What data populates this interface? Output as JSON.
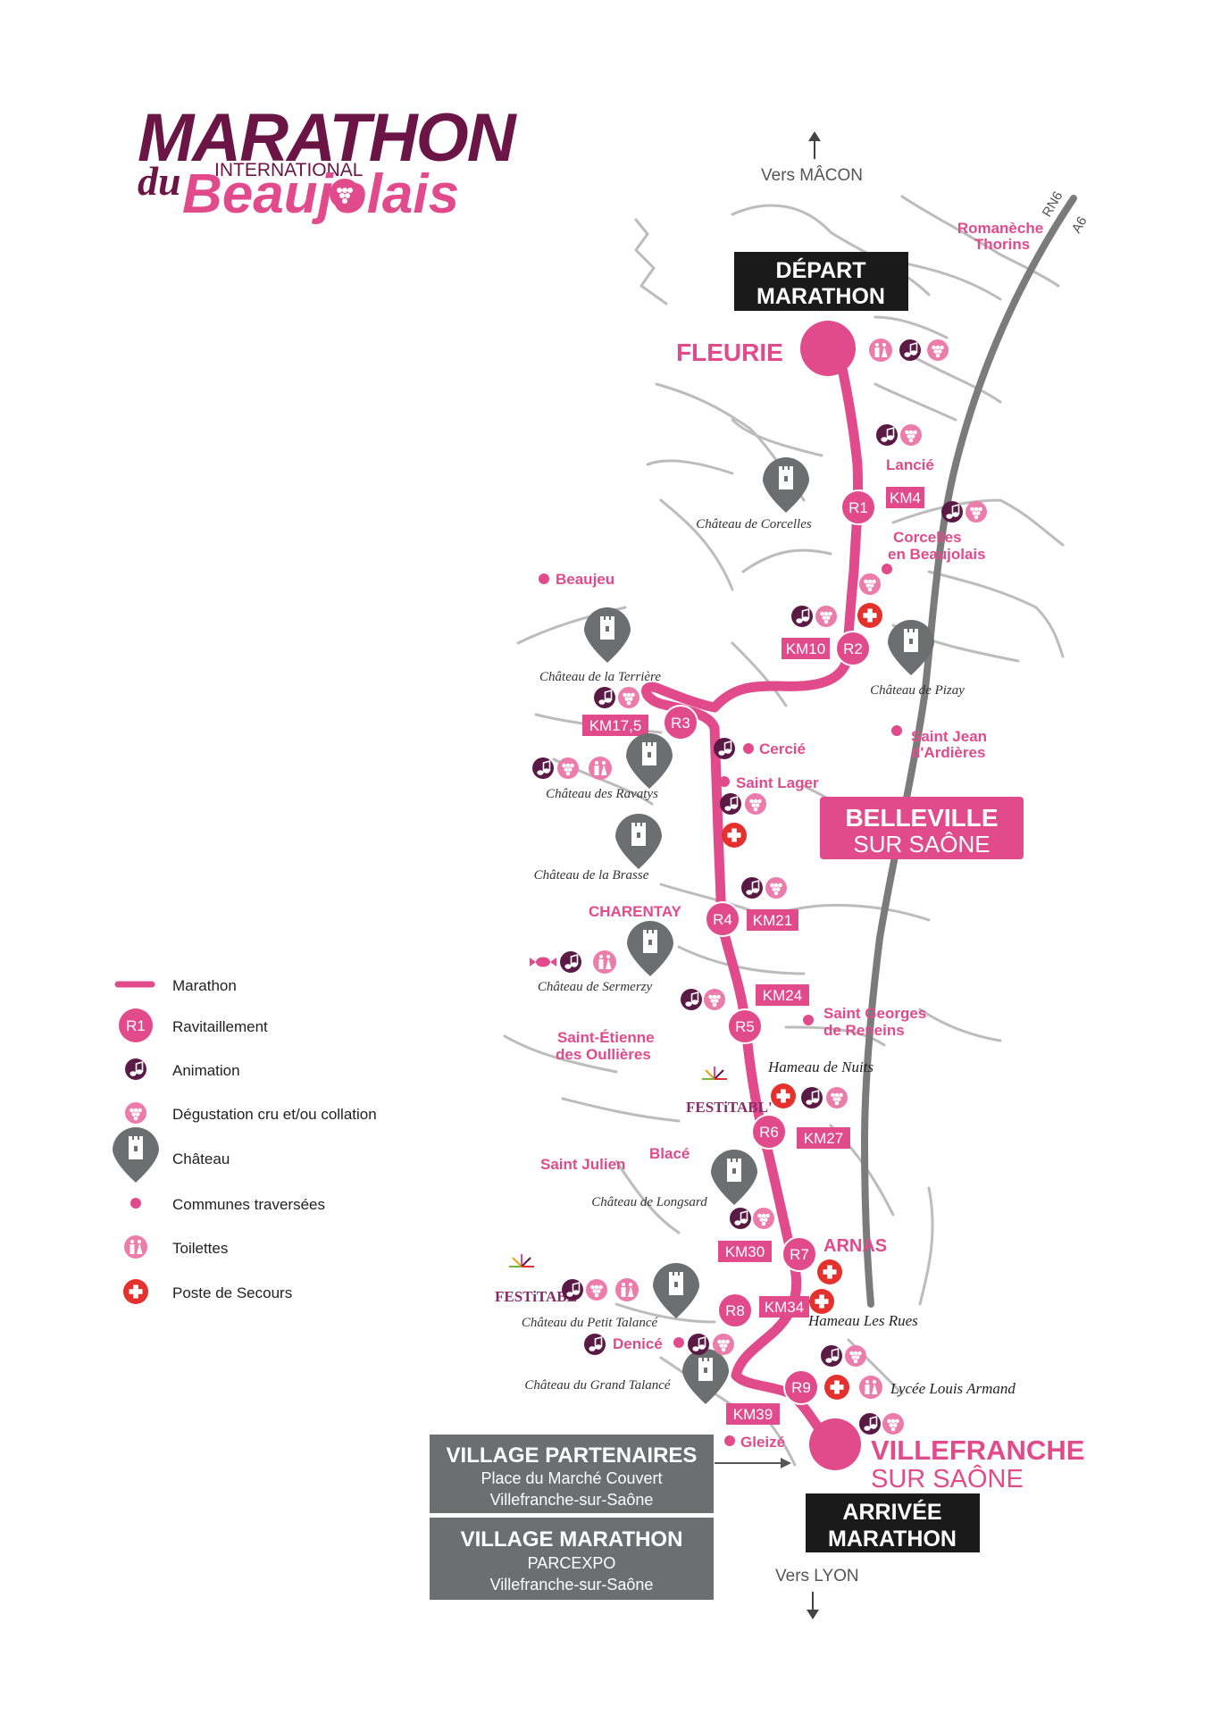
{
  "logo": {
    "line1": "MARATHON",
    "line2": "INTERNATIONAL",
    "line3a": "du",
    "line3b": "Beaujolais"
  },
  "directions": {
    "north": "Vers MÂCON",
    "south": "Vers LYON"
  },
  "roads": {
    "rn6": "RN6",
    "a6": "A6"
  },
  "start": {
    "line1": "DÉPART",
    "line2": "MARATHON",
    "town": "FLEURIE"
  },
  "finish": {
    "line1": "ARRIVÉE",
    "line2": "MARATHON",
    "town_line1": "VILLEFRANCHE",
    "town_line2": "SUR SAÔNE"
  },
  "belleville": {
    "line1": "BELLEVILLE",
    "line2": "SUR SAÔNE"
  },
  "villages": {
    "partenaires": {
      "title": "VILLAGE PARTENAIRES",
      "line2": "Place du Marché Couvert",
      "line3": "Villefranche-sur-Saône"
    },
    "marathon": {
      "title": "VILLAGE MARATHON",
      "line2": "PARCEXPO",
      "line3": "Villefranche-sur-Saône"
    }
  },
  "towns": {
    "romaneche": "Romanèche",
    "thorins": "Thorins",
    "lancie": "Lancié",
    "corcelles1": "Corcelles",
    "corcelles2": "en Beaujolais",
    "beaujeu": "Beaujeu",
    "cercie": "Cercié",
    "saint_lager": "Saint Lager",
    "saint_jean1": "Saint Jean",
    "saint_jean2": "d'Ardières",
    "charentay": "CHARENTAY",
    "saint_georges1": "Saint Georges",
    "saint_georges2": "de Reneins",
    "saint_etienne1": "Saint-Étienne",
    "saint_etienne2": "des Oullières",
    "saint_julien": "Saint Julien",
    "blace": "Blacé",
    "arnas": "ARNAS",
    "denice": "Denicé",
    "gleize": "Gleizé"
  },
  "chateaux": {
    "corcelles": "Château de Corcelles",
    "terriere": "Château de la Terrière",
    "pizay": "Château de Pizay",
    "ravatys": "Château des Ravatys",
    "brasse": "Château de la Brasse",
    "sermerzy": "Château de Sermerzy",
    "longsard": "Château de Longsard",
    "petit_talance": "Château du Petit Talancé",
    "grand_talance": "Château du Grand Talancé"
  },
  "places": {
    "hameau_nuits": "Hameau de Nuits",
    "hameau_rues": "Hameau Les Rues",
    "lycee": "Lycée Louis Armand"
  },
  "festitabl": "FESTiTABL'",
  "km": {
    "km4": "KM4",
    "km10": "KM10",
    "km17": "KM17,5",
    "km21": "KM21",
    "km24": "KM24",
    "km27": "KM27",
    "km30": "KM30",
    "km34": "KM34",
    "km39": "KM39"
  },
  "stations": {
    "r1": "R1",
    "r2": "R2",
    "r3": "R3",
    "r4": "R4",
    "r5": "R5",
    "r6": "R6",
    "r7": "R7",
    "r8": "R8",
    "r9": "R9"
  },
  "legend": {
    "marathon": "Marathon",
    "ravitaillement": "Ravitaillement",
    "ravitaillement_icon": "R1",
    "animation": "Animation",
    "degustation": "Dégustation cru et/ou collation",
    "chateau": "Château",
    "communes": "Communes traversées",
    "toilettes": "Toilettes",
    "secours": "Poste de Secours"
  },
  "colors": {
    "route": "#e14b8c",
    "animation": "#5b1a45",
    "secours": "#e5312e",
    "chateau": "#6d6e70",
    "dark_box": "#1a1a1a",
    "gray_box": "#6d6e70",
    "roads": "#7b7b7b"
  }
}
